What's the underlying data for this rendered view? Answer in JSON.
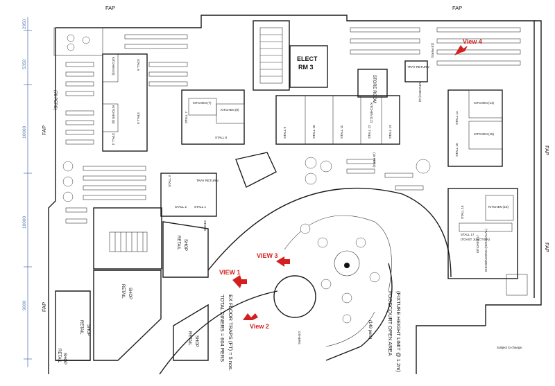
{
  "markers": {
    "fap": "FAP"
  },
  "dimensions": [
    "2950",
    "5350",
    "10000",
    "10000",
    "9000"
  ],
  "rooms": {
    "elect": "ELECT",
    "rm3": "RM 3",
    "store_room": "STORE ROOM",
    "store": "STORE",
    "tray_return": "TRAY RETURN",
    "dishwashing": "DISHWASHING (NON HALAL)",
    "toast_junction": "(TOAST JUNCTION)"
  },
  "stalls": [
    "STALL 1",
    "STALL 2",
    "STALL 3",
    "STALL 4",
    "STALL 5",
    "STALL 6",
    "STALL 7",
    "STALL 8",
    "STALL 9",
    "STALL 10",
    "STALL 11",
    "STALL 12",
    "STALL 13",
    "STALL 14",
    "STALL 15",
    "STALL 16",
    "STALL 17"
  ],
  "kitchens": [
    "KITCHEN (6)",
    "KITCHEN (5)",
    "KITCHEN (7)",
    "KITCHEN (8)",
    "KITCHEN (12)",
    "KITCHEN (13)",
    "KITCHEN (14)",
    "KITCHEN (15)",
    "KITCHEN (16)",
    "KITCHEN 17"
  ],
  "seating": {
    "a": "(78 PERS)",
    "b": "(18 PERS)",
    "c": "(18 PERS)",
    "d": "(149 pers)"
  },
  "retail": {
    "label1": "RETAIL",
    "label2": "SHOP"
  },
  "notes": {
    "total_diners": "TOTAL DINERS = 604 PERS",
    "floor_traps": "EX FLOOR TRAPS (FT) = 5 nos.",
    "open_area": "FOODCOURT OPEN AREA",
    "fixture_limit": "(FIXTURE HEIGHT LIMIT @ 1.2m)",
    "subject_to_change": "Subject to change.",
    "others": "OTHERS"
  },
  "views": {
    "v1": "VIEW 1",
    "v2": "View 2",
    "v3": "VIEW 3",
    "v4": "View 4"
  },
  "colors": {
    "view_label": "#d31f1f",
    "dimension": "#5a7ab0",
    "line": "#1a1a1a"
  }
}
